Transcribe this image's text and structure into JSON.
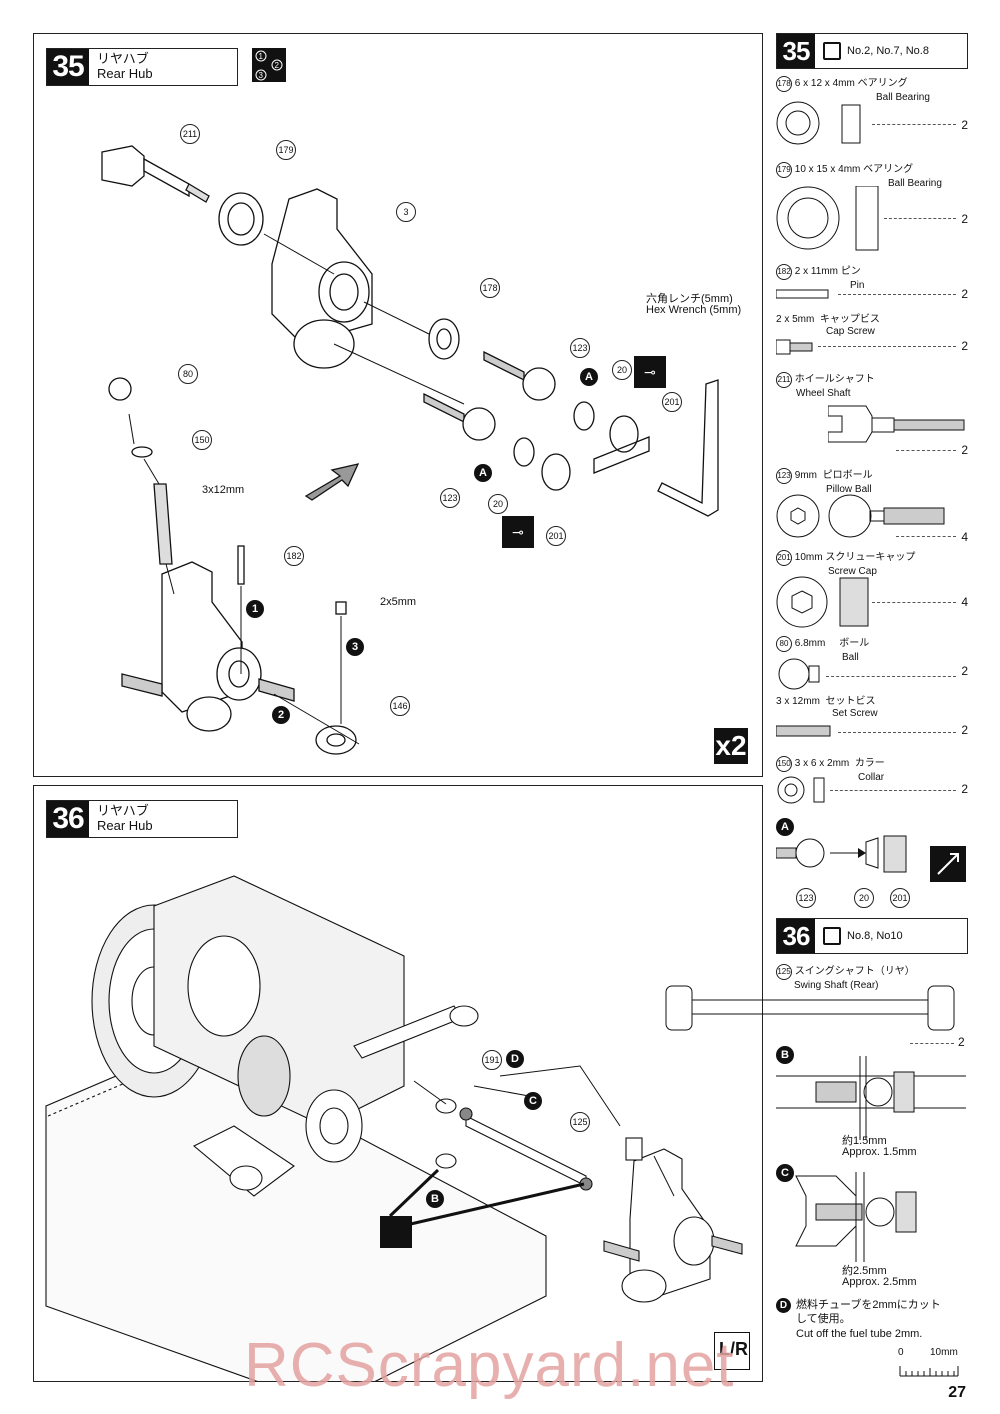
{
  "page_number": "27",
  "watermark": "RCScrapyard.net",
  "step35": {
    "number": "35",
    "title_jp": "リヤハブ",
    "title_en": "Rear Hub",
    "multiplier": "x2",
    "callouts": [
      "211",
      "179",
      "3",
      "178",
      "123",
      "20",
      "201",
      "80",
      "150",
      "123",
      "20",
      "201",
      "182",
      "146"
    ],
    "labels": {
      "wrench_jp": "六角レンチ(5mm)",
      "wrench_en": "Hex Wrench (5mm)",
      "set_screw": "3x12mm",
      "cap_screw": "2x5mm",
      "marker_a": "A",
      "step1": "1",
      "step2": "2",
      "step3": "3"
    }
  },
  "step36": {
    "number": "36",
    "title_jp": "リヤハブ",
    "title_en": "Rear Hub",
    "lr": "L/R",
    "callouts": [
      "191",
      "125"
    ],
    "labels": {
      "d": "D",
      "c": "C",
      "b": "B"
    }
  },
  "side35": {
    "number": "35",
    "bags": "No.2, No.7, No.8",
    "parts": [
      {
        "id": "178",
        "size": "6 x 12 x 4mm",
        "jp": "ベアリング",
        "en": "Ball Bearing",
        "qty": "2"
      },
      {
        "id": "179",
        "size": "10 x 15 x 4mm",
        "jp": "ベアリング",
        "en": "Ball Bearing",
        "qty": "2"
      },
      {
        "id": "182",
        "size": "2 x 11mm",
        "jp": "ピン",
        "en": "Pin",
        "qty": "2"
      },
      {
        "id": "",
        "size": "2 x 5mm",
        "jp": "キャップビス",
        "en": "Cap Screw",
        "qty": "2"
      },
      {
        "id": "211",
        "size": "",
        "jp": "ホイールシャフト",
        "en": "Wheel Shaft",
        "qty": "2"
      },
      {
        "id": "123",
        "size": "9mm",
        "jp": "ピロボール",
        "en": "Pillow Ball",
        "qty": "4"
      },
      {
        "id": "201",
        "size": "10mm",
        "jp": "スクリューキャップ",
        "en": "Screw Cap",
        "qty": "4"
      },
      {
        "id": "80",
        "size": "6.8mm",
        "jp": "ボール",
        "en": "Ball",
        "qty": "2"
      },
      {
        "id": "",
        "size": "3 x 12mm",
        "jp": "セットビス",
        "en": "Set Screw",
        "qty": "2"
      },
      {
        "id": "150",
        "size": "3 x 6 x 2mm",
        "jp": "カラー",
        "en": "Collar",
        "qty": "2"
      }
    ],
    "assembly_a": {
      "marker": "A",
      "parts": [
        "123",
        "20",
        "201"
      ]
    }
  },
  "side36": {
    "number": "36",
    "bags": "No.8, No10",
    "swing_shaft": {
      "id": "125",
      "jp": "スイングシャフト（リヤ）",
      "en": "Swing Shaft (Rear)",
      "qty": "2"
    },
    "b": {
      "marker": "B",
      "jp": "約1.5mm",
      "en": "Approx. 1.5mm"
    },
    "c": {
      "marker": "C",
      "jp": "約2.5mm",
      "en": "Approx. 2.5mm"
    },
    "d": {
      "marker": "D",
      "jp1": "燃料チューブを2mmにカット",
      "jp2": "して使用。",
      "en": "Cut off the fuel tube 2mm."
    },
    "scale": {
      "start": "0",
      "end": "10mm"
    }
  }
}
